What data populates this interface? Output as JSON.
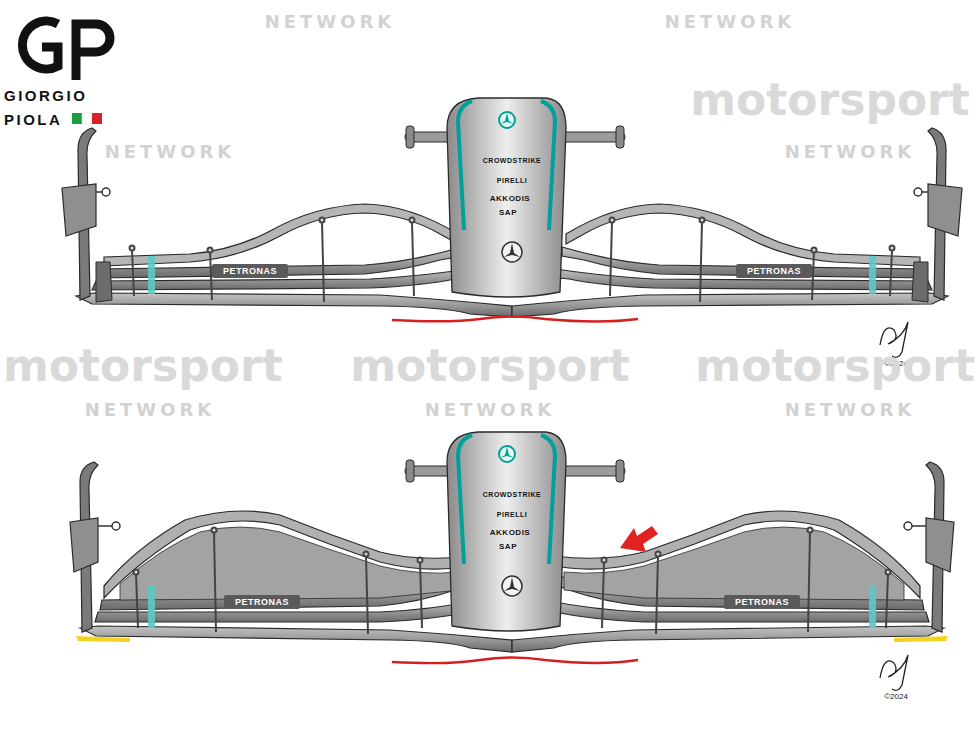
{
  "diagram": {
    "labels": [
      "GIORGIO",
      "PIOLA",
      "NETWORK",
      "NETWORK",
      "motorsport",
      "NETWORK",
      "NETWORK",
      "CROWDSTRIKE",
      "PIRELLI",
      "AKKODIS",
      "SAP",
      "PETRONAS",
      "PETRONAS",
      "©2024",
      "motorsport",
      "motorsport",
      "motorsport",
      "NETWORK",
      "NETWORK",
      "NETWORK",
      "CROWDSTRIKE",
      "PIRELLI",
      "AKKODIS",
      "SAP",
      "PETRONAS",
      "PETRONAS",
      "©2024"
    ]
  }
}
